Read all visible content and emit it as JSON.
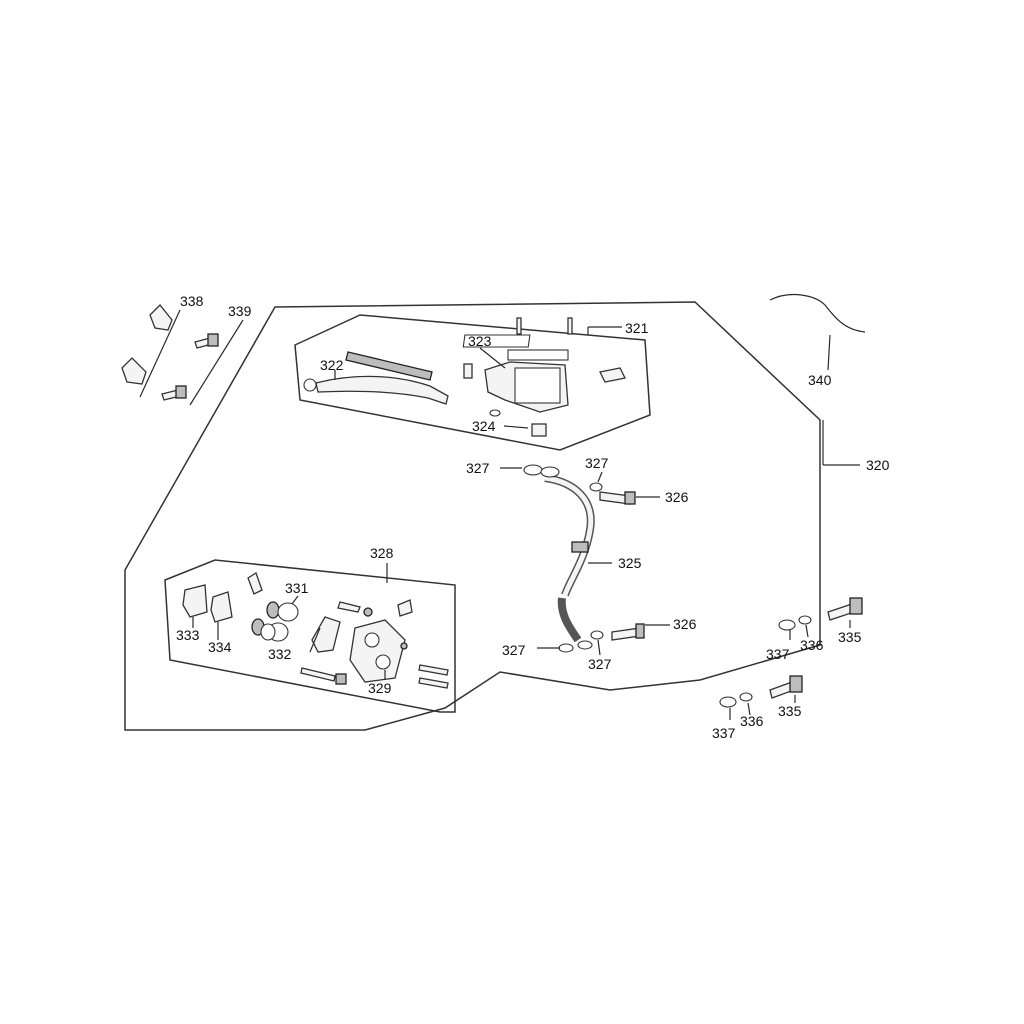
{
  "parts": {
    "p320": "320",
    "p321": "321",
    "p322": "322",
    "p323": "323",
    "p324": "324",
    "p325": "325",
    "p326a": "326",
    "p326b": "326",
    "p327a": "327",
    "p327b": "327",
    "p327c": "327",
    "p327d": "327",
    "p328": "328",
    "p329": "329",
    "p331": "331",
    "p332": "332",
    "p333": "333",
    "p334": "334",
    "p335a": "335",
    "p335b": "335",
    "p336a": "336",
    "p336b": "336",
    "p337a": "337",
    "p337b": "337",
    "p338": "338",
    "p339": "339",
    "p340": "340"
  },
  "icons": {
    "master_cylinder": "master-cylinder-icon",
    "brake_lever": "brake-lever-icon",
    "brake_hose": "brake-hose-icon",
    "caliper": "caliper-icon",
    "brake_pads": "brake-pad-icon",
    "bolt": "bolt-icon",
    "washer": "washer-icon",
    "clamp": "clamp-icon",
    "wire": "wire-icon"
  }
}
